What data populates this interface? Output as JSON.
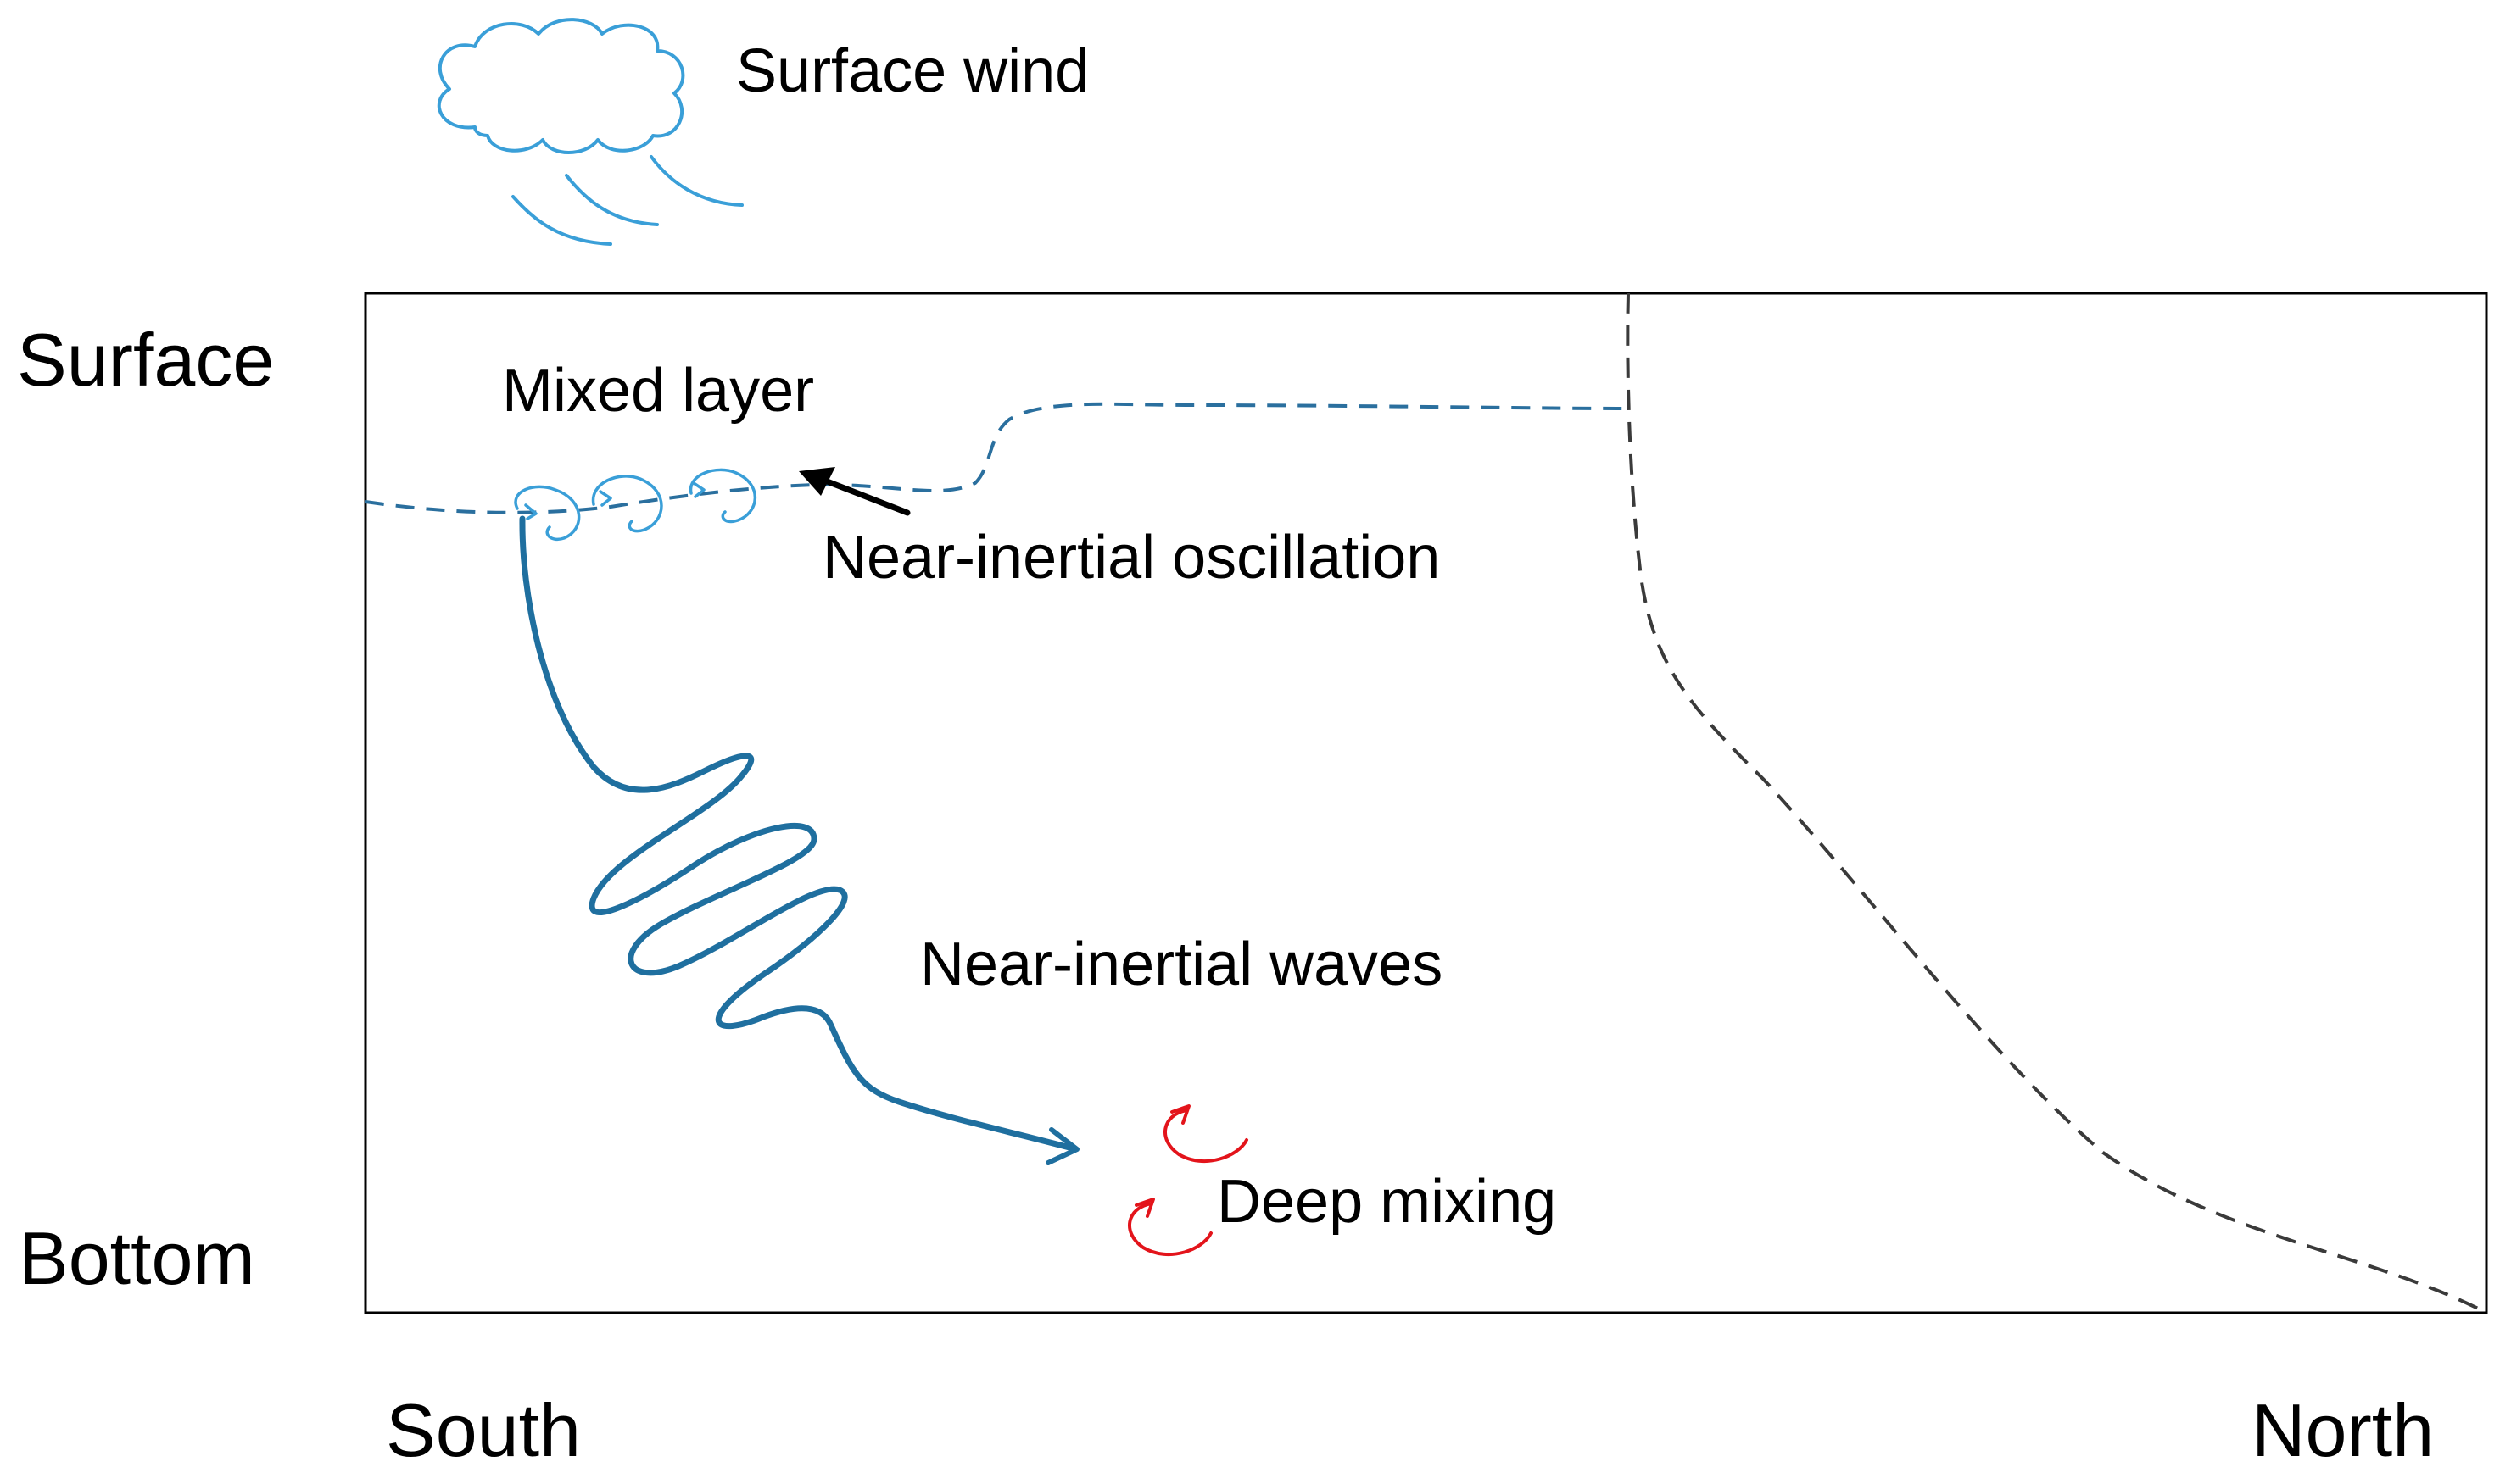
{
  "labels": {
    "surface_wind": "Surface wind",
    "surface": "Surface",
    "bottom": "Bottom",
    "south": "South",
    "north": "North",
    "mixed_layer": "Mixed layer",
    "near_inertial_oscillation": "Near-inertial oscillation",
    "near_inertial_waves": "Near-inertial waves",
    "deep_mixing": "Deep mixing"
  },
  "icons": {
    "cloud": "cloud-icon",
    "wind": "wind-lines-icon",
    "eddy": "eddy-icon"
  },
  "colors": {
    "wind": "#3a9fd8",
    "mixed_layer": "#2a6f9e",
    "waves": "#1f6f9f",
    "mixing": "#e3141b",
    "boundary": "#3a3a3a",
    "arrow": "#000000",
    "frame": "#000000"
  }
}
